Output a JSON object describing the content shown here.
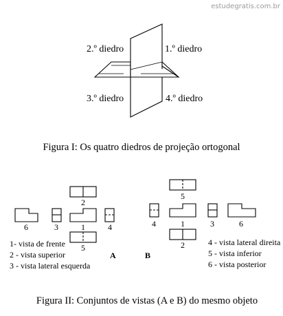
{
  "watermark": "estudegratis.com.br",
  "figure1": {
    "dihedra": [
      "2.º diedro",
      "1.º diedro",
      "3.º diedro",
      "4.º diedro"
    ],
    "caption": "Figura I: Os quatro diedros de projeção ortogonal"
  },
  "figure2": {
    "set_a": {
      "label": "A",
      "view_numbers": [
        "2",
        "6",
        "3",
        "1",
        "4",
        "5"
      ],
      "legend": [
        "1- vista de frente",
        "2 - vista superior",
        "3 - vista lateral esquerda"
      ]
    },
    "set_b": {
      "label": "B",
      "view_numbers": [
        "5",
        "4",
        "1",
        "3",
        "6",
        "2"
      ],
      "legend": [
        "4 - vista lateral direita",
        "5 - vista inferior",
        "6 - vista posterior"
      ]
    },
    "caption": "Figura II: Conjuntos de vistas (A e B) do mesmo objeto"
  }
}
